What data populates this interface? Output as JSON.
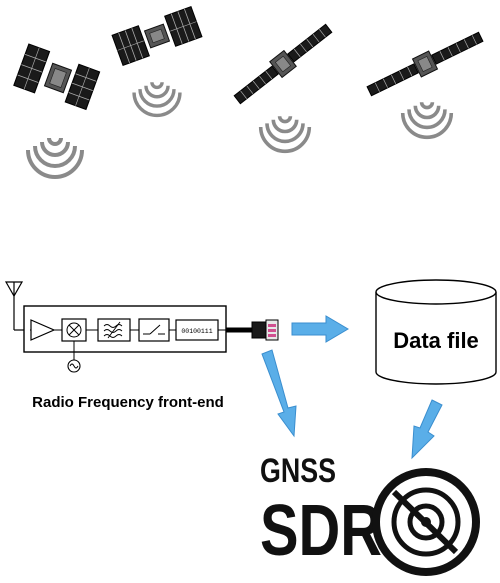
{
  "diagram": {
    "satellites": [
      {
        "id": "sat-1",
        "icon": "satellite-icon",
        "signal_icon": "signal-waves-icon"
      },
      {
        "id": "sat-2",
        "icon": "satellite-icon",
        "signal_icon": "signal-waves-icon"
      },
      {
        "id": "sat-3",
        "icon": "satellite-icon",
        "signal_icon": "signal-waves-icon"
      },
      {
        "id": "sat-4",
        "icon": "satellite-icon",
        "signal_icon": "signal-waves-icon"
      }
    ],
    "frontend": {
      "label": "Radio Frequency front-end",
      "bits_text": "00100111",
      "icons": [
        "antenna-icon",
        "amplifier-icon",
        "mixer-icon",
        "oscillator-icon",
        "filter-icon",
        "switch-icon",
        "adc-bits-icon",
        "usb-connector-icon"
      ]
    },
    "data_file": {
      "label": "Data file"
    },
    "logo": {
      "top": "GNSS",
      "bottom": "SDR"
    },
    "colors": {
      "arrow_fill": "#5aaee8",
      "arrow_stroke": "#3a8ecf",
      "signal_gray": "#8a8a8a",
      "ink": "#111111"
    }
  }
}
